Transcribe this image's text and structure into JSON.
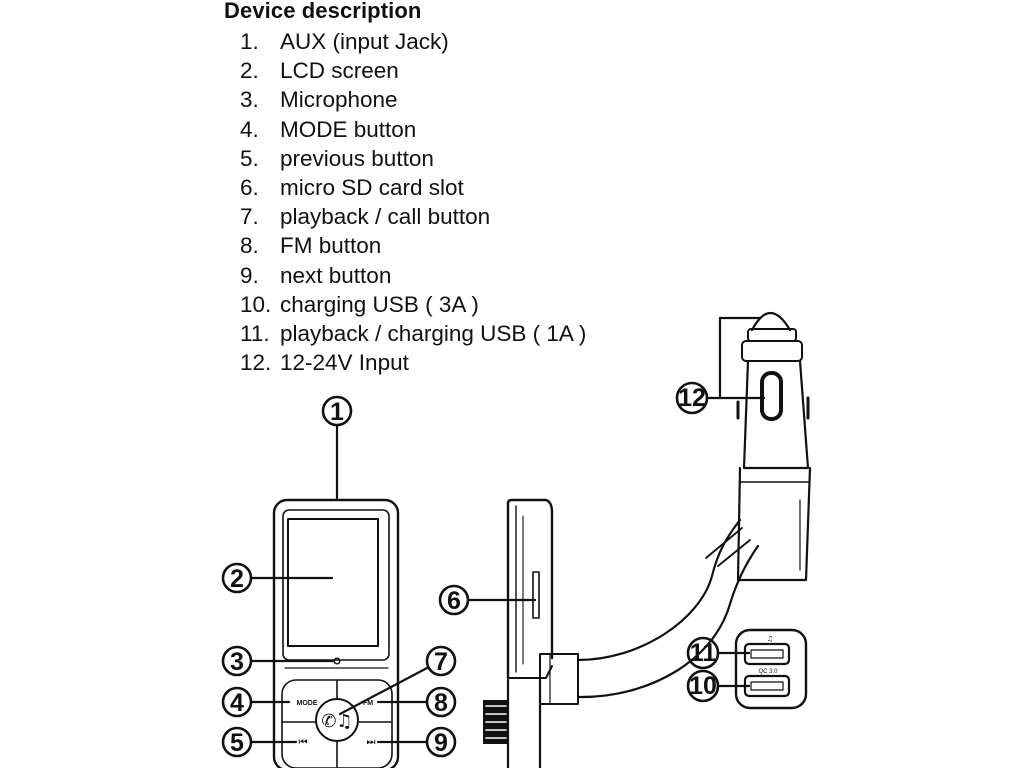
{
  "heading": "Device description",
  "parts": [
    {
      "num": "1.",
      "label": "AUX (input Jack)"
    },
    {
      "num": "2.",
      "label": "LCD screen"
    },
    {
      "num": "3.",
      "label": "Microphone"
    },
    {
      "num": "4.",
      "label": "MODE button"
    },
    {
      "num": "5.",
      "label": "previous button"
    },
    {
      "num": "6.",
      "label": "micro SD card slot"
    },
    {
      "num": "7.",
      "label": "playback / call button"
    },
    {
      "num": "8.",
      "label": "FM button"
    },
    {
      "num": "9.",
      "label": "next button"
    },
    {
      "num": "10.",
      "label": "charging USB ( 3A )"
    },
    {
      "num": "11.",
      "label": "playback / charging USB ( 1A )"
    },
    {
      "num": "12.",
      "label": "12-24V Input"
    }
  ],
  "callouts": [
    "1",
    "2",
    "3",
    "4",
    "5",
    "6",
    "7",
    "8",
    "9",
    "10",
    "11",
    "12"
  ],
  "device_labels": {
    "mode": "MODE",
    "fm": "FM",
    "prev": "⏮",
    "next": "⏭",
    "usb_music": "♫",
    "usb_qc": "QC 3.0",
    "play_call": "✆♫"
  },
  "colors": {
    "ink": "#111111",
    "paper": "#ffffff"
  }
}
